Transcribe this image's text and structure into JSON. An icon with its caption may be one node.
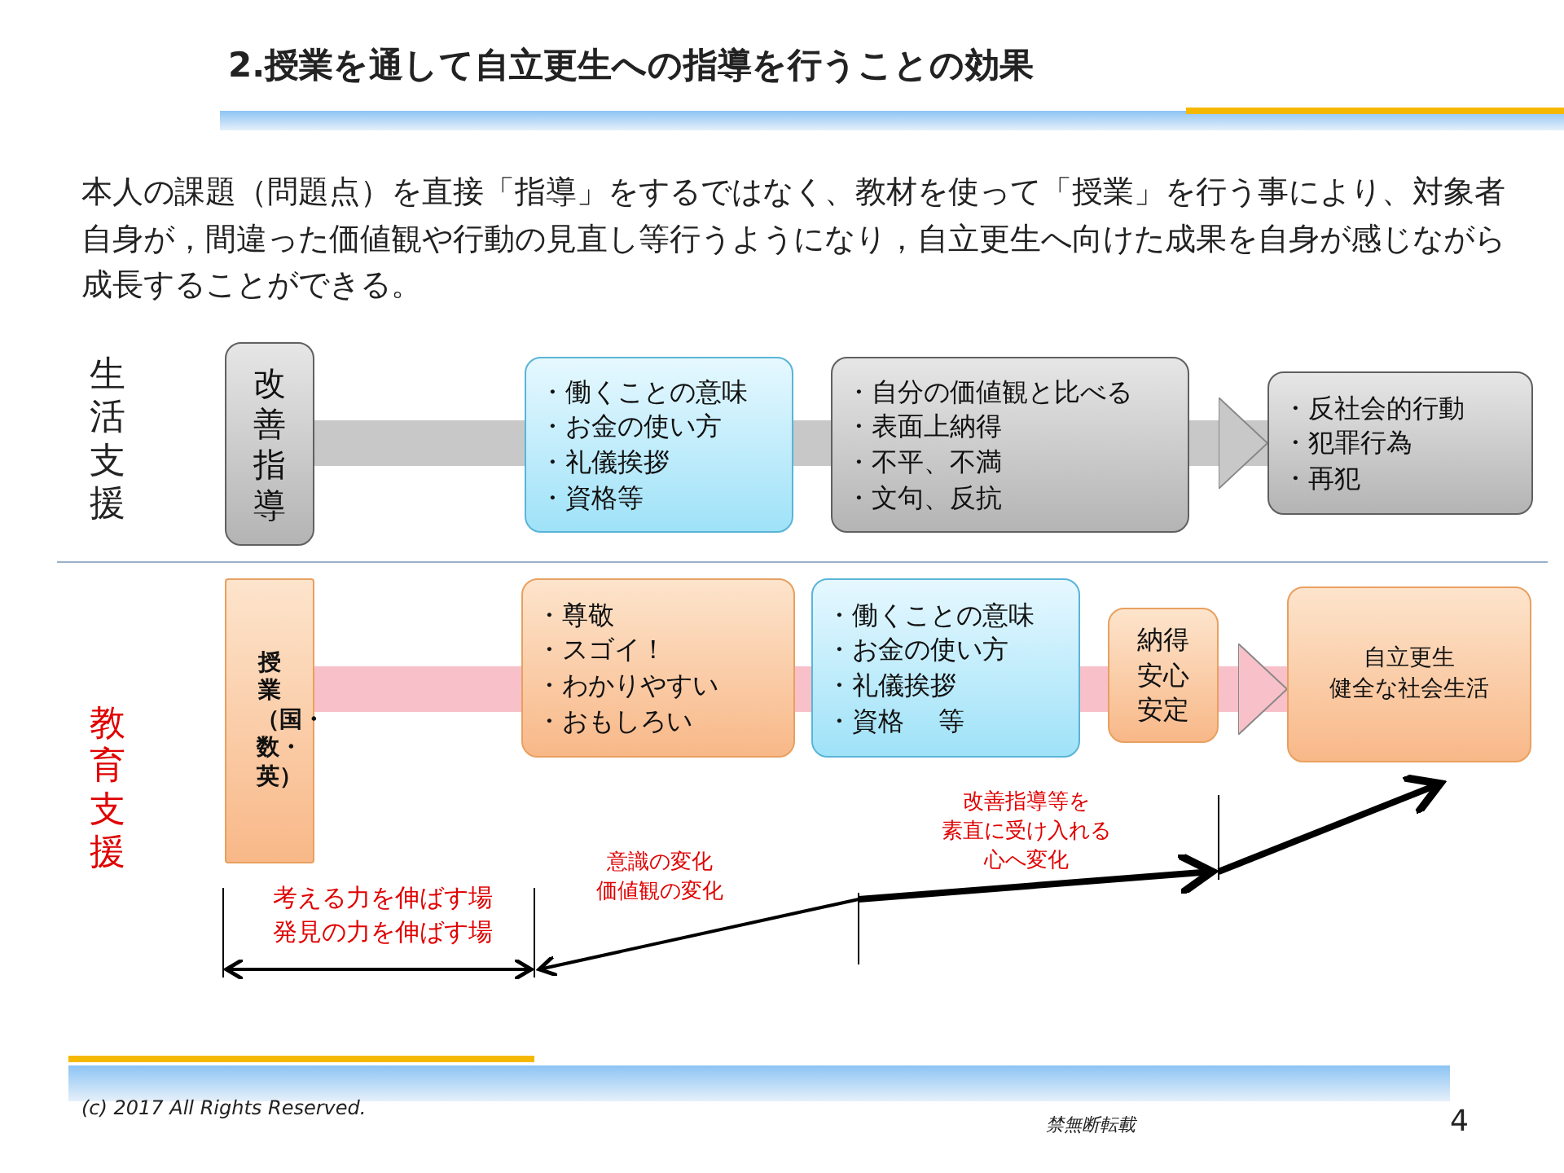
{
  "diagram": {
    "title": "2.授業を通して自立更生への指導を行うことの効果",
    "nodes": [
      {
        "text": [
          "改善指導"
        ]
      },
      {
        "text": [
          "・働くことの意味",
          "・お金の使い方",
          "・礼儀挨拶",
          "・資格等"
        ]
      },
      {
        "text": [
          "・自分の価値観と比べる",
          "・表面上納得",
          "・不平、不満",
          "・文句、反抗"
        ]
      },
      {
        "text": [
          "・反社会的行動",
          "・犯罪行為",
          "・再犯"
        ]
      },
      {
        "text": [
          "授業（国・数・英）"
        ]
      },
      {
        "text": [
          "・尊敬",
          "・スゴイ！",
          "・わかりやすい",
          "・おもしろい"
        ]
      },
      {
        "text": [
          "・働くことの意味",
          "・お金の使い方",
          "・礼儀挨拶",
          "・資格　 等"
        ]
      },
      {
        "text": [
          "納得",
          "安心",
          "安定"
        ]
      },
      {
        "text": [
          "自立更生",
          "健全な社会生活"
        ]
      }
    ],
    "edges": [
      {
        "from": 0,
        "to": 1,
        "arrow": "none",
        "color": "#c8c8c8"
      },
      {
        "from": 1,
        "to": 2,
        "arrow": "none",
        "color": "#c8c8c8"
      },
      {
        "from": 2,
        "to": 3,
        "arrow": "to",
        "color": "#c8c8c8"
      },
      {
        "from": 4,
        "to": 5,
        "arrow": "none"
      },
      {
        "from": 5,
        "to": 6,
        "arrow": "none"
      },
      {
        "from": 6,
        "to": 7,
        "arrow": "none"
      },
      {
        "from": 7,
        "to": 8,
        "arrow": "to"
      }
    ],
    "labels": [
      "本人の課題（問題点）を直接「指導」をするではなく、教材を使って「授業」を行う事により、対象者自身が，間違った価値観や行動の見直し等行うようになり，自立更生へ向けた成果を自身が感じながら成長することができる。",
      "生活支援",
      "教育支援",
      "考える力を伸ばす場",
      "発見の力を伸ばす場",
      "意識の変化",
      "価値観の変化",
      "改善指導等を",
      "素直に受け入れる",
      "心へ変化",
      "(c) 2017 All Rights Reserved.",
      "禁無断転載",
      "4"
    ]
  }
}
